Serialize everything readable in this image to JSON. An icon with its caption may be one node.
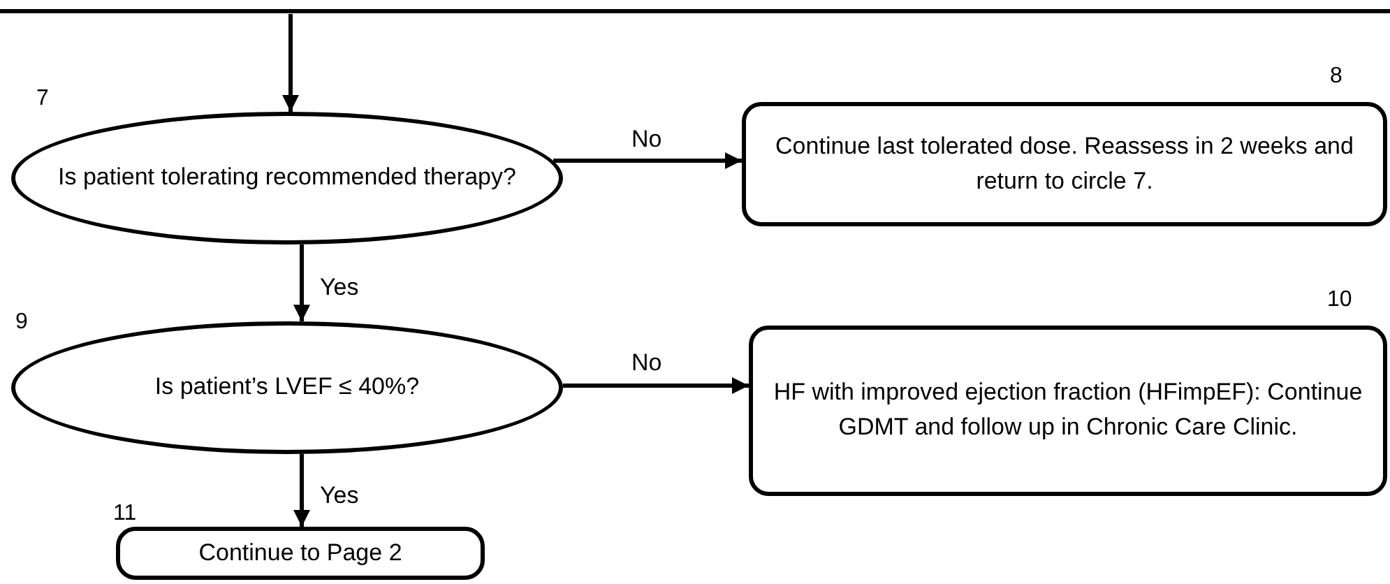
{
  "diagram": {
    "nodes": [
      {
        "text": [
          "Is patient tolerating recommended therapy?"
        ],
        "beside": [
          "7"
        ]
      },
      {
        "text": [
          "Continue last tolerated dose. Reassess in 2 weeks and return to circle 7."
        ],
        "beside": [
          "8"
        ]
      },
      {
        "text": [
          "Is patient’s LVEF ≤ 40%?"
        ],
        "beside": [
          "9"
        ]
      },
      {
        "text": [
          "HF with improved ejection fraction (HFimpEF): Continue GDMT and follow up in Chronic Care Clinic."
        ],
        "beside": [
          "10"
        ]
      },
      {
        "text": [
          "Continue to Page 2"
        ],
        "beside": [
          "11"
        ]
      }
    ],
    "edges": [
      {
        "from": null,
        "to": 0,
        "arrow": "to"
      },
      {
        "from": 0,
        "to": 1,
        "arrow": "to",
        "label": "No"
      },
      {
        "from": 0,
        "to": 2,
        "arrow": "to",
        "label": "Yes"
      },
      {
        "from": 2,
        "to": 3,
        "arrow": "to",
        "label": "No"
      },
      {
        "from": 2,
        "to": 4,
        "arrow": "to",
        "label": "Yes"
      }
    ]
  }
}
